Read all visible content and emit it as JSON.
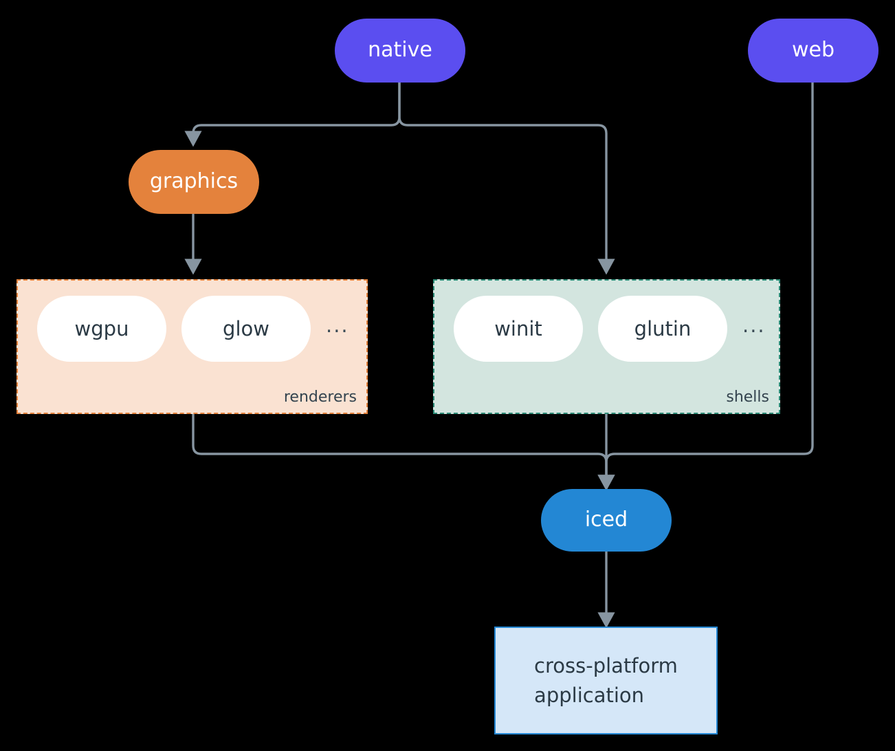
{
  "diagram": {
    "kind": "flowchart",
    "direction": "top-down",
    "background": "#000000",
    "edge_color": "#8795A1"
  },
  "nodes": {
    "native": {
      "label": "native",
      "shape": "pill",
      "fill": "#5B4EF0",
      "text_color": "#FFFFFF"
    },
    "web": {
      "label": "web",
      "shape": "pill",
      "fill": "#5B4EF0",
      "text_color": "#FFFFFF"
    },
    "graphics": {
      "label": "graphics",
      "shape": "pill",
      "fill": "#E4823C",
      "text_color": "#FFFFFF"
    },
    "iced": {
      "label": "iced",
      "shape": "pill",
      "fill": "#2387D4",
      "text_color": "#FFFFFF"
    },
    "application": {
      "label_line_1": "cross-platform",
      "label_line_2": "application",
      "shape": "rectangle",
      "fill": "#D5E7F8",
      "border": "#2387D4",
      "text_color": "#2B3A45"
    }
  },
  "clusters": {
    "renderers": {
      "title": "renderers",
      "fill": "#FAE2D2",
      "border": "#E4823C",
      "border_style": "dashed",
      "items": [
        {
          "label": "wgpu"
        },
        {
          "label": "glow"
        }
      ],
      "overflow_label": "..."
    },
    "shells": {
      "title": "shells",
      "fill": "#D3E5DF",
      "border": "#2E8C78",
      "border_style": "dashed",
      "items": [
        {
          "label": "winit"
        },
        {
          "label": "glutin"
        }
      ],
      "overflow_label": "..."
    }
  },
  "edges": [
    {
      "from": "native",
      "to": "graphics",
      "arrow": true
    },
    {
      "from": "native",
      "to": "shells",
      "arrow": true
    },
    {
      "from": "graphics",
      "to": "renderers",
      "arrow": true
    },
    {
      "from": "renderers",
      "to": "iced",
      "arrow": true
    },
    {
      "from": "shells",
      "to": "iced",
      "arrow": true
    },
    {
      "from": "web",
      "to": "iced",
      "arrow": true
    },
    {
      "from": "iced",
      "to": "application",
      "arrow": true
    }
  ]
}
